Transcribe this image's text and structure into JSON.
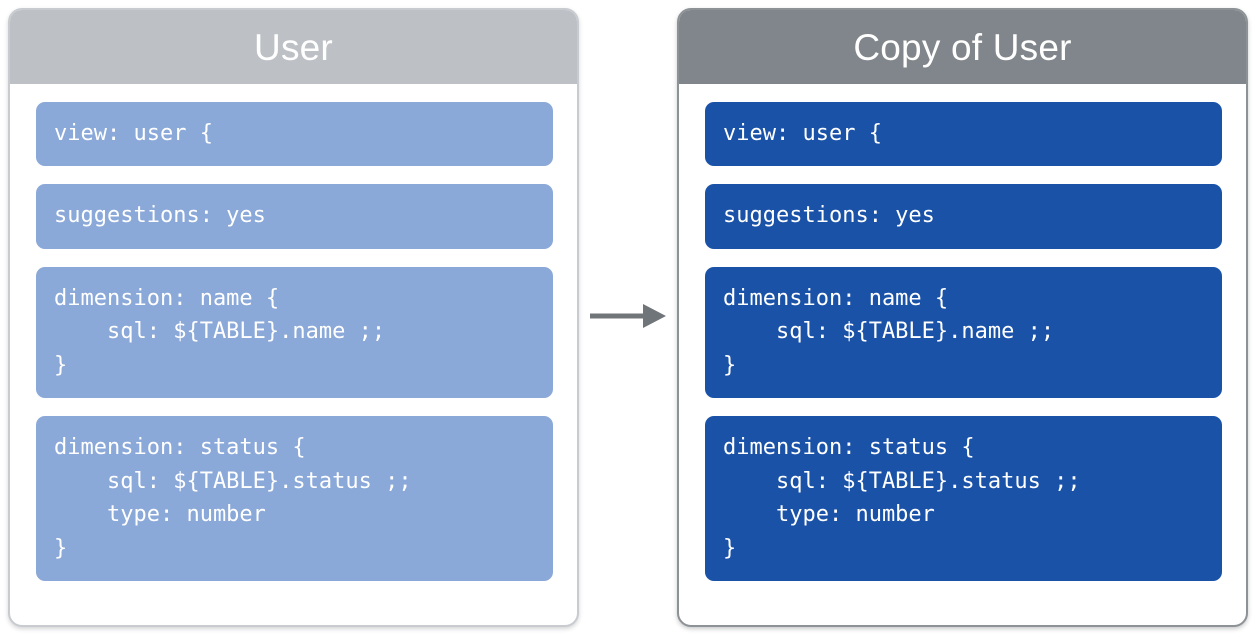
{
  "diagram": {
    "title_source": "User",
    "title_copy": "Copy of User",
    "arrow_icon": "arrow-right-icon",
    "colors": {
      "header_source": "#bdc1c6",
      "header_copy": "#80868b",
      "block_source": "#8aa8d8",
      "block_copy": "#1a52a8",
      "arrow": "#70757a",
      "panel_bg": "#ffffff",
      "text": "#ffffff"
    }
  },
  "source_panel": {
    "title": "User",
    "blocks": [
      {
        "code": "view: user {"
      },
      {
        "code": "suggestions: yes"
      },
      {
        "code": "dimension: name {\n    sql: ${TABLE}.name ;;\n}"
      },
      {
        "code": "dimension: status {\n    sql: ${TABLE}.status ;;\n    type: number\n}"
      }
    ]
  },
  "copy_panel": {
    "title": "Copy of User",
    "blocks": [
      {
        "code": "view: user {"
      },
      {
        "code": "suggestions: yes"
      },
      {
        "code": "dimension: name {\n    sql: ${TABLE}.name ;;\n}"
      },
      {
        "code": "dimension: status {\n    sql: ${TABLE}.status ;;\n    type: number\n}"
      }
    ]
  }
}
